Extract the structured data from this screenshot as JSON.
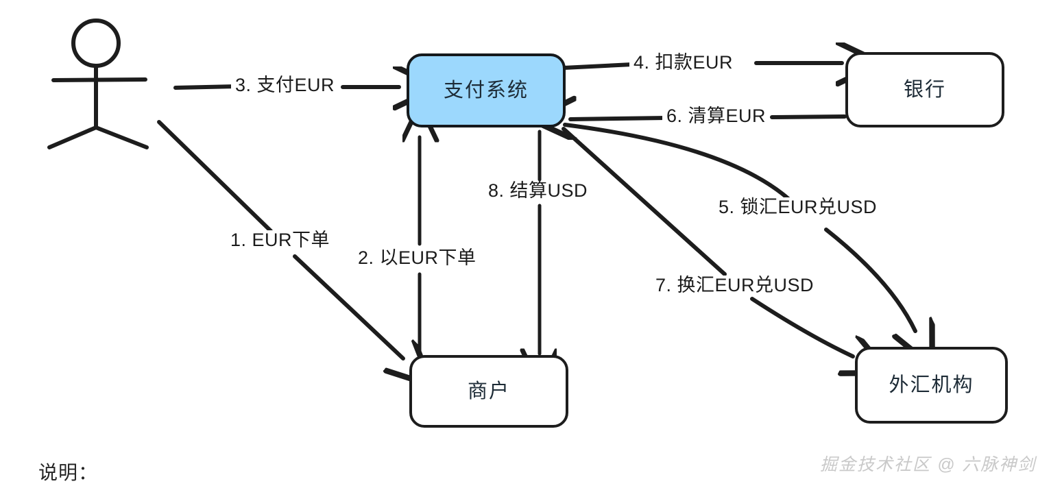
{
  "diagram": {
    "title_caption": "说明：",
    "watermark": "掘金技术社区 @ 六脉神剑",
    "colors": {
      "accent_fill": "#9cd8fd",
      "stroke": "#1d1d1d",
      "node_fill": "#ffffff",
      "watermark": "#c9c9c9",
      "background": "#ffffff"
    },
    "nodes": [
      {
        "id": "actor",
        "label": "",
        "shape": "stick-figure"
      },
      {
        "id": "payment",
        "label": "支付系统",
        "shape": "rounded-rect",
        "accent": true
      },
      {
        "id": "bank",
        "label": "银行",
        "shape": "rounded-rect",
        "accent": false
      },
      {
        "id": "merchant",
        "label": "商户",
        "shape": "rounded-rect",
        "accent": false
      },
      {
        "id": "fx",
        "label": "外汇机构",
        "shape": "rounded-rect",
        "accent": false
      }
    ],
    "edges": [
      {
        "step": "1",
        "label": "1. EUR下单",
        "from": "actor",
        "to": "merchant"
      },
      {
        "step": "2",
        "label": "2. 以EUR下单",
        "from": "merchant",
        "to": "payment"
      },
      {
        "step": "3",
        "label": "3. 支付EUR",
        "from": "actor",
        "to": "payment"
      },
      {
        "step": "4",
        "label": "4. 扣款EUR",
        "from": "payment",
        "to": "bank"
      },
      {
        "step": "5",
        "label": "5. 锁汇EUR兑USD",
        "from": "payment",
        "to": "fx"
      },
      {
        "step": "6",
        "label": "6. 清算EUR",
        "from": "bank",
        "to": "payment"
      },
      {
        "step": "7",
        "label": "7. 换汇EUR兑USD",
        "from": "payment",
        "to": "fx"
      },
      {
        "step": "8",
        "label": "8. 结算USD",
        "from": "payment",
        "to": "merchant"
      }
    ]
  }
}
